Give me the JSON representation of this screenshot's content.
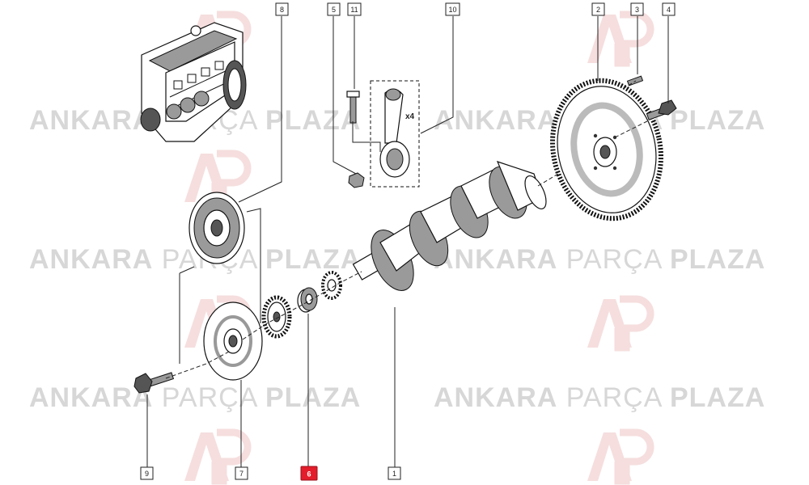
{
  "watermark": {
    "word1": "ANKARA",
    "word2": "PARÇA",
    "word3": "PLAZA"
  },
  "callouts": [
    {
      "id": "c1",
      "label": "1",
      "highlighted": false
    },
    {
      "id": "c2",
      "label": "2",
      "highlighted": false
    },
    {
      "id": "c3",
      "label": "3",
      "highlighted": false
    },
    {
      "id": "c4",
      "label": "4",
      "highlighted": false
    },
    {
      "id": "c5",
      "label": "5",
      "highlighted": false
    },
    {
      "id": "c6",
      "label": "6",
      "highlighted": true
    },
    {
      "id": "c7",
      "label": "7",
      "highlighted": false
    },
    {
      "id": "c8",
      "label": "8",
      "highlighted": false
    },
    {
      "id": "c9",
      "label": "9",
      "highlighted": false
    },
    {
      "id": "c10",
      "label": "10",
      "highlighted": false
    },
    {
      "id": "c11",
      "label": "11",
      "highlighted": false
    }
  ],
  "annotations": {
    "rod_quantity": "x4"
  },
  "colors": {
    "highlight": "#e31d2b",
    "watermark_text": "#d7d7d7",
    "watermark_logo": "#f3d4d4"
  }
}
